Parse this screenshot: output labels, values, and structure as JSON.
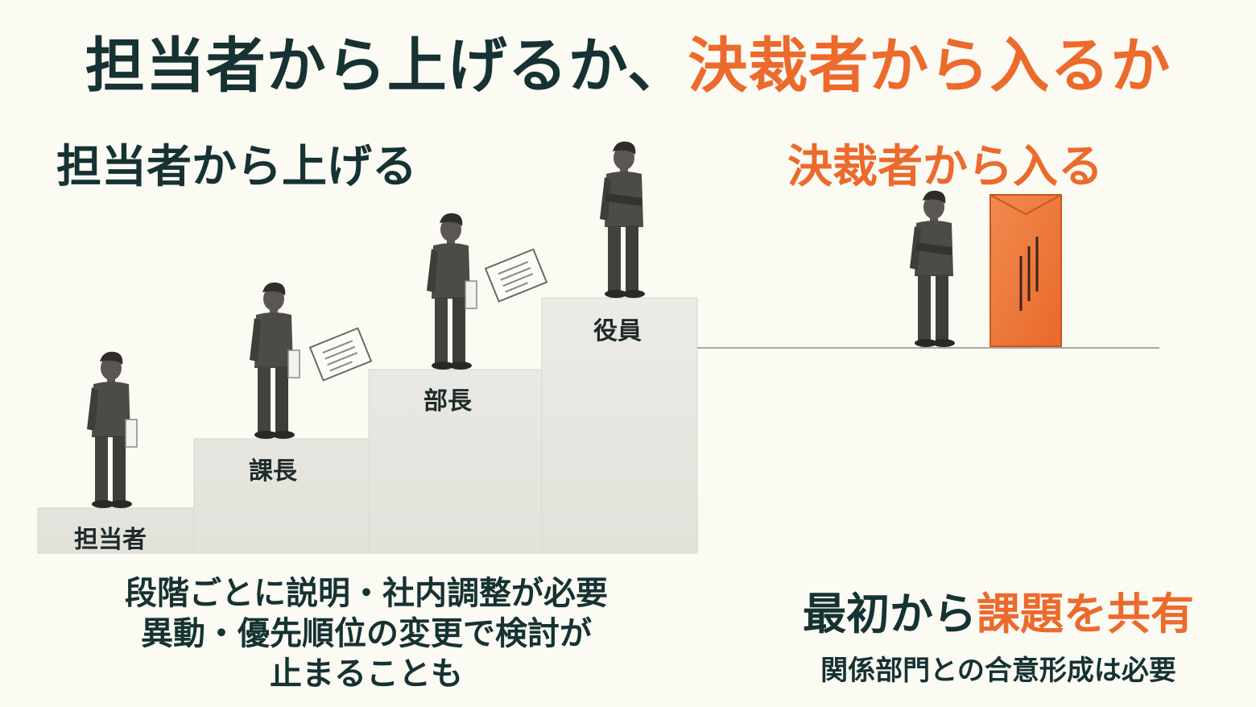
{
  "title": {
    "part1": "担当者から上げるか、",
    "part2": "決裁者から入るか"
  },
  "left": {
    "heading": "担当者から上げる",
    "steps": [
      "担当者",
      "課長",
      "部長",
      "役員"
    ],
    "description": [
      "段階ごとに説明・社内調整が必要",
      "異動・優先順位の変更で検討が",
      "止まることも"
    ]
  },
  "right": {
    "heading": "決裁者から入る",
    "summary_part1": "最初から",
    "summary_part2": "課題を共有",
    "note": "関係部門との合意形成は必要"
  },
  "colors": {
    "primary": "#163233",
    "accent": "#ec6a2c",
    "stairs": "#e9e8e2",
    "figure": "#4a4a4a"
  },
  "icons": [
    "businessperson-icon",
    "document-icon",
    "envelope-icon"
  ]
}
